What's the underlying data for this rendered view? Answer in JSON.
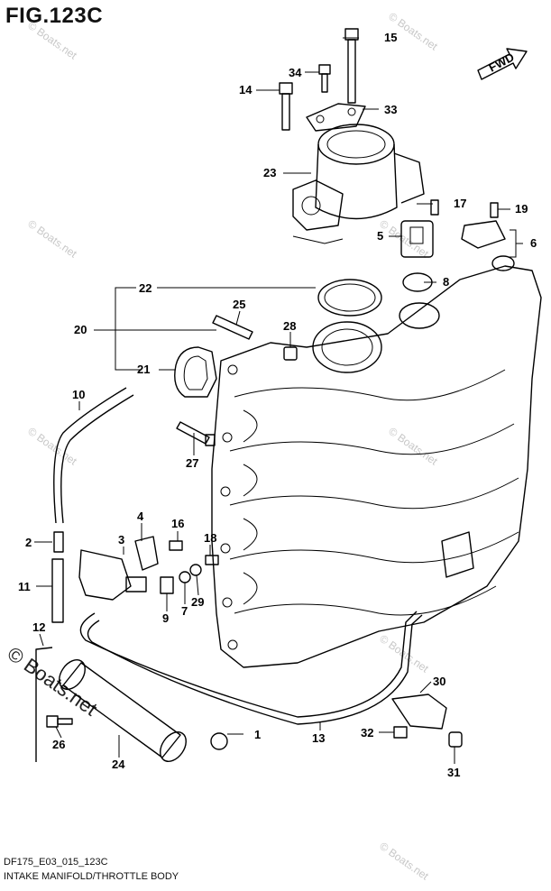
{
  "figure": {
    "title": "FIG.123C",
    "code": "DF175_E03_015_123C",
    "name": "INTAKE MANIFOLD/THROTTLE BODY",
    "direction_label": "FWD",
    "watermark": "© Boats.net"
  },
  "callouts": [
    "1",
    "2",
    "3",
    "4",
    "5",
    "6",
    "7",
    "8",
    "9",
    "10",
    "11",
    "12",
    "13",
    "14",
    "15",
    "16",
    "17",
    "18",
    "19",
    "20",
    "21",
    "22",
    "23",
    "24",
    "25",
    "26",
    "27",
    "28",
    "29",
    "30",
    "31",
    "32",
    "33",
    "34"
  ]
}
